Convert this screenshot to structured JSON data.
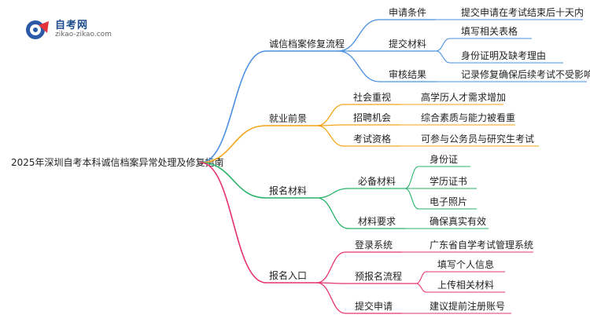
{
  "logo": {
    "title": "自考网",
    "url": "zikao-zikao.com"
  },
  "root": "2025年深圳自考本科诚信档案异常处理及修复指南",
  "branches": [
    {
      "label": "诚信档案修复流程",
      "color": "#4a90e2",
      "children": [
        {
          "label": "申请条件",
          "children": [
            "提交申请在考试结束后十天内"
          ]
        },
        {
          "label": "提交材料",
          "children": [
            "填写相关表格",
            "身份证明及缺考理由"
          ]
        },
        {
          "label": "审核结果",
          "children": [
            "记录修复确保后续考试不受影响"
          ]
        }
      ]
    },
    {
      "label": "就业前景",
      "color": "#f2a516",
      "children": [
        {
          "label": "社会重视",
          "children": [
            "高学历人才需求增加"
          ]
        },
        {
          "label": "招聘机会",
          "children": [
            "综合素质与能力被看重"
          ]
        },
        {
          "label": "考试资格",
          "children": [
            "可参与公务员与研究生考试"
          ]
        }
      ]
    },
    {
      "label": "报名材料",
      "color": "#27b36a",
      "children": [
        {
          "label": "必备材料",
          "children": [
            "身份证",
            "学历证书",
            "电子照片"
          ]
        },
        {
          "label": "材料要求",
          "children": [
            "确保真实有效"
          ]
        }
      ]
    },
    {
      "label": "报名入口",
      "color": "#e5336f",
      "children": [
        {
          "label": "登录系统",
          "children": [
            "广东省自学考试管理系统"
          ]
        },
        {
          "label": "预报名流程",
          "children": [
            "填写个人信息",
            "上传相关材料"
          ]
        },
        {
          "label": "提交申请",
          "children": [
            "建议提前注册账号"
          ]
        }
      ]
    }
  ]
}
